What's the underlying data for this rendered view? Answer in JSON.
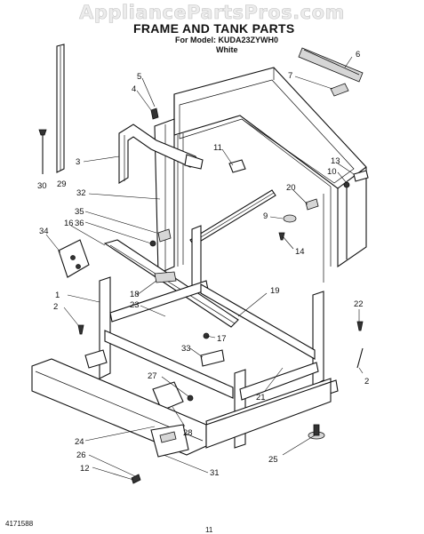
{
  "watermark": "AppliancePartsPros.com",
  "header": {
    "title": "FRAME AND TANK PARTS",
    "model_line": "For Model: KUDA23ZYWH0",
    "color_line": "White"
  },
  "footer": {
    "left_code": "4171588",
    "page_number": "11"
  },
  "callouts": [
    "1",
    "2",
    "2",
    "3",
    "4",
    "5",
    "6",
    "7",
    "9",
    "10",
    "11",
    "12",
    "13",
    "14",
    "16",
    "17",
    "18",
    "19",
    "20",
    "21",
    "22",
    "23",
    "24",
    "25",
    "26",
    "27",
    "28",
    "29",
    "30",
    "31",
    "32",
    "33",
    "34",
    "35",
    "36"
  ]
}
